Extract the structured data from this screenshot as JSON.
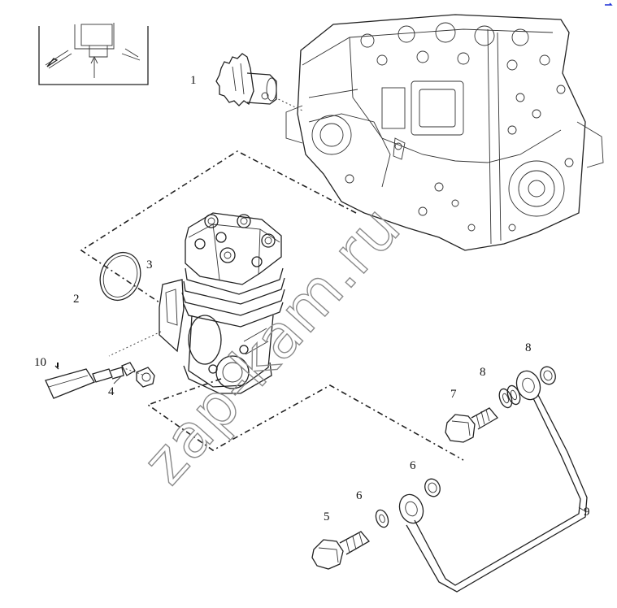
{
  "watermark": "zap-kam.ru",
  "callouts": [
    {
      "id": "c1",
      "text": "1"
    },
    {
      "id": "c2",
      "text": "2"
    },
    {
      "id": "c3",
      "text": "3"
    },
    {
      "id": "c4",
      "text": "4"
    },
    {
      "id": "c5",
      "text": "5"
    },
    {
      "id": "c6a",
      "text": "6"
    },
    {
      "id": "c6b",
      "text": "6"
    },
    {
      "id": "c7",
      "text": "7"
    },
    {
      "id": "c8a",
      "text": "8"
    },
    {
      "id": "c8b",
      "text": "8"
    },
    {
      "id": "c9",
      "text": "9"
    },
    {
      "id": "c10",
      "text": "10"
    }
  ],
  "colors": {
    "line": "#222222",
    "watermark": "#8a8a8a",
    "accent": "#1a2fd6"
  }
}
